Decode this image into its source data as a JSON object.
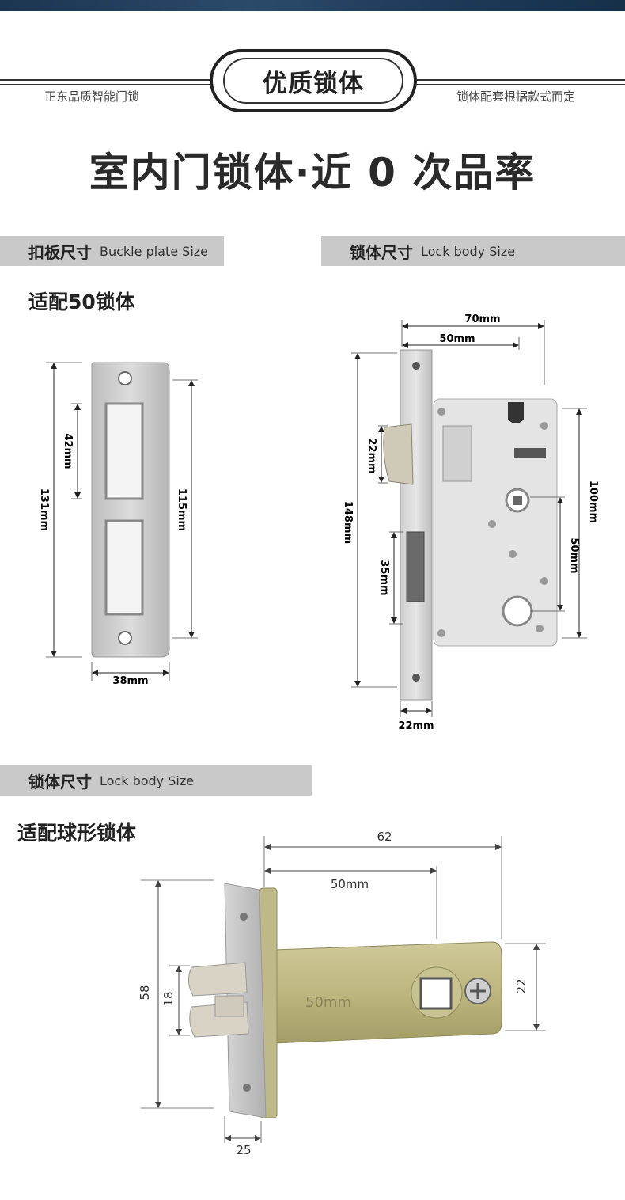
{
  "header": {
    "badge_label": "优质锁体",
    "left_caption": "正东品质智能门锁",
    "right_caption": "锁体配套根据款式而定"
  },
  "main_title": "室内门锁体·近 0 次品率",
  "section1": {
    "left_bar": {
      "cn": "扣板尺寸",
      "en": "Buckle plate Size"
    },
    "right_bar": {
      "cn": "锁体尺寸",
      "en": "Lock body Size"
    },
    "subtitle": "适配50锁体",
    "plate_dims": {
      "height_total": "131mm",
      "window": "42mm",
      "screw_span": "115mm",
      "width": "38mm"
    },
    "lock_dims": {
      "width_70": "70mm",
      "backset_50": "50mm",
      "latch_22": "22mm",
      "height_148": "148mm",
      "deadbolt_35": "35mm",
      "case_100": "100mm",
      "center_50": "50mm",
      "faceplate_22": "22mm"
    }
  },
  "section2": {
    "bar": {
      "cn": "锁体尺寸",
      "en": "Lock body Size"
    },
    "subtitle": "适配球形锁体",
    "dims": {
      "total_62": "62",
      "backset_50": "50mm",
      "height_58": "58",
      "latch_18": "18",
      "body_22": "22",
      "plate_25": "25"
    },
    "engraving": "50mm"
  },
  "colors": {
    "accent_dark": "#222222",
    "section_bar": "#c9c9c9",
    "metal": "#c8c8c8",
    "brass": "#b9b27a"
  }
}
